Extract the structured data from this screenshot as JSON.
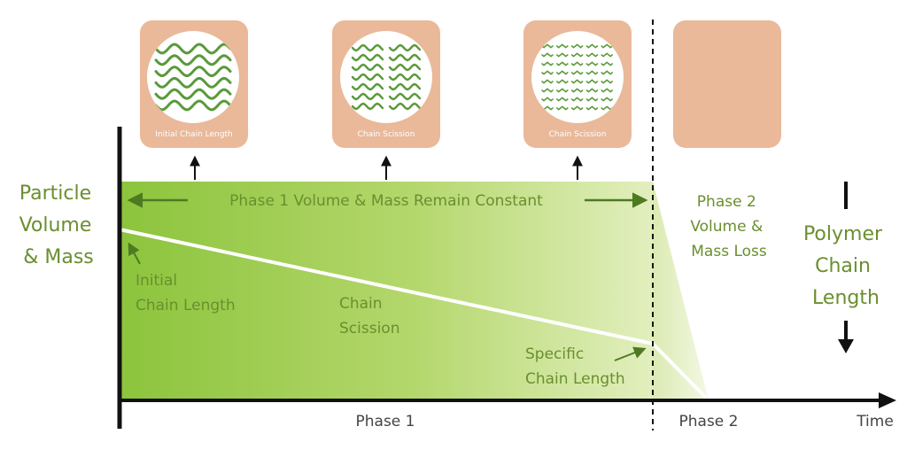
{
  "colors": {
    "green_text": "#6a8f2e",
    "green_arrow": "#4e7a22",
    "chain": "#5a9a3a",
    "panel": "#e9b99a",
    "fill_strong": "#8cc43c",
    "fill_light": "#eef5d6",
    "axis": "#111111"
  },
  "y_axis_label": [
    "Particle",
    "Volume",
    "& Mass"
  ],
  "right_label": [
    "Polymer",
    "Chain",
    "Length"
  ],
  "phase1_banner": "Phase 1 Volume & Mass Remain Constant",
  "phase2_label": [
    "Phase 2",
    "Volume &",
    "Mass Loss"
  ],
  "annotations": {
    "initial": [
      "Initial",
      "Chain Length"
    ],
    "scission": [
      "Chain",
      "Scission"
    ],
    "specific": [
      "Specific",
      "Chain Length"
    ]
  },
  "panels": [
    {
      "caption": "Initial Chain Length",
      "chain_state": "long"
    },
    {
      "caption": "Chain Scission",
      "chain_state": "medium"
    },
    {
      "caption": "Chain Scission",
      "chain_state": "short"
    },
    {
      "caption": "",
      "chain_state": "empty"
    }
  ],
  "x_axis": {
    "phase1": "Phase 1",
    "phase2": "Phase 2",
    "time": "Time"
  }
}
